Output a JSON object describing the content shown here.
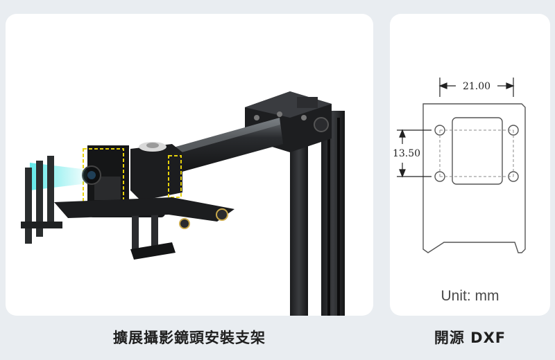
{
  "product_panel": {
    "caption": "擴展攝影鏡頭安裝支架"
  },
  "dxf_panel": {
    "caption": "開源 DXF",
    "dimension_width": "21.00",
    "dimension_height": "13.50",
    "unit_label": "Unit: mm"
  }
}
